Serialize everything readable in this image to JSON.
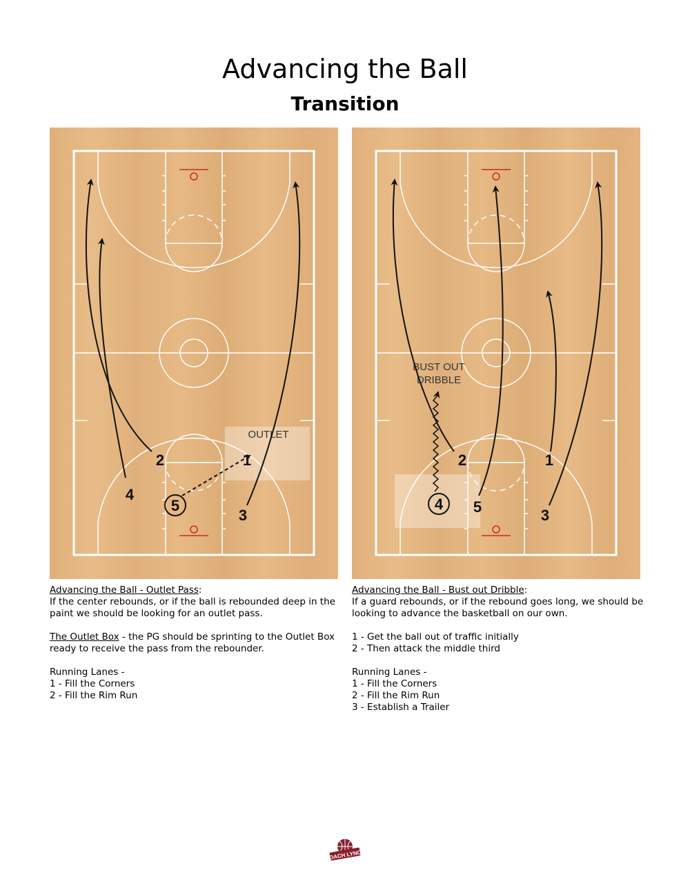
{
  "header": {
    "title": "Advancing the Ball",
    "subtitle": "Transition"
  },
  "diagrams": {
    "left": {
      "label_box": "OUTLET",
      "players": [
        "1",
        "2",
        "3",
        "4",
        "5"
      ]
    },
    "right": {
      "label_bust_line1": "BUST OUT",
      "label_bust_line2": "DRIBBLE",
      "players": [
        "1",
        "2",
        "3",
        "4",
        "5"
      ]
    }
  },
  "left_text": {
    "heading": "Advancing the Ball - Outlet Pass",
    "heading_colon": ":",
    "intro": "If the center rebounds, or if the ball is rebounded deep in the paint we should be looking for an outlet pass.",
    "box_term": "The Outlet Box",
    "box_text": " - the PG should be sprinting to the Outlet Box ready to receive the pass from the rebounder.",
    "lanes_heading": "Running Lanes -",
    "lanes": [
      "1 - Fill the Corners",
      "2 - Fill the Rim Run"
    ]
  },
  "right_text": {
    "heading": "Advancing the Ball - Bust out Dribble",
    "heading_colon": ":",
    "intro": "If a guard rebounds, or if the rebound goes long, we should be looking to advance the basketball on our own.",
    "steps": [
      "1 - Get the ball out of traffic initially",
      "2 - Then attack the middle third"
    ],
    "lanes_heading": "Running Lanes -",
    "lanes": [
      "1 - Fill the Corners",
      "2 - Fill the Rim Run",
      "3 - Establish a Trailer"
    ]
  },
  "logo": {
    "text": "COACH LYNCH"
  },
  "colors": {
    "wood": "#e3b57f",
    "lines": "#ffffff",
    "rim": "#cc2a1a",
    "logo": "#8a1f2e"
  }
}
